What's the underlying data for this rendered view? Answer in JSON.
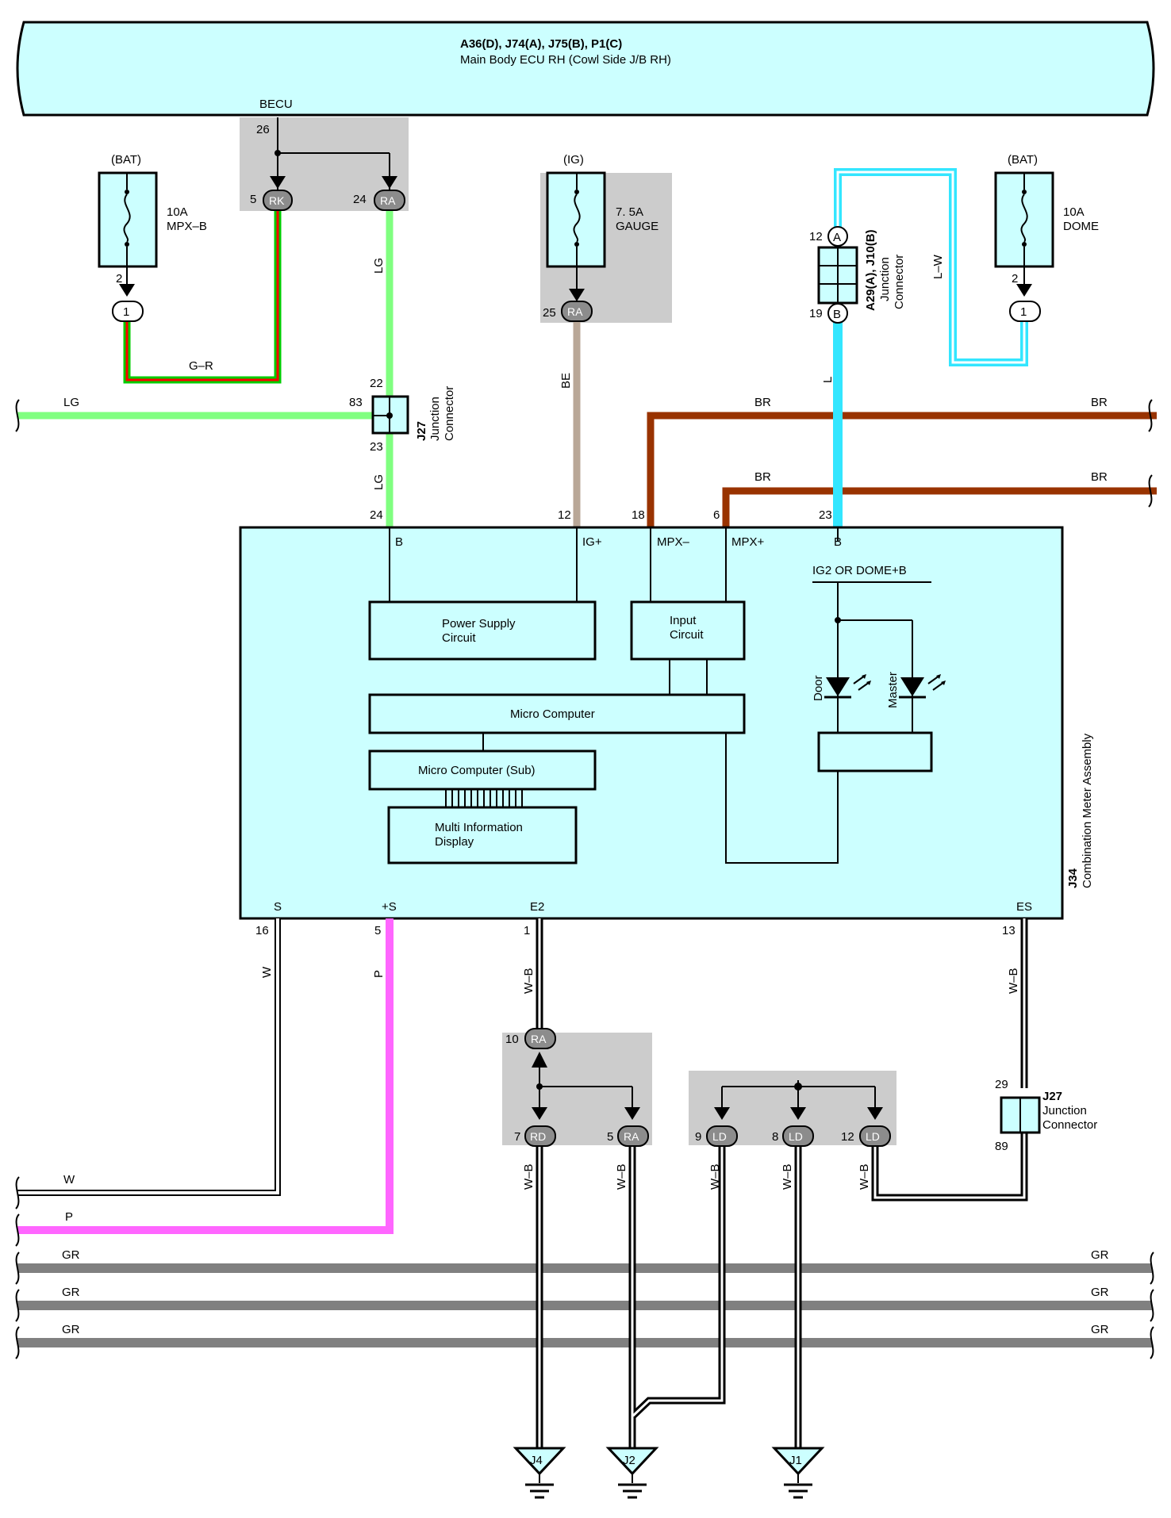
{
  "ecu": {
    "codes": "A36(D), J74(A), J75(B), P1(C)",
    "name": "Main Body ECU RH (Cowl Side J/B RH)",
    "becu": "BECU",
    "pin26": "26"
  },
  "fuse_mpxb": {
    "source": "(BAT)",
    "rating": "10A",
    "name": "MPX–B",
    "pin": "2",
    "conn": "1"
  },
  "fuse_gauge": {
    "source": "(IG)",
    "rating": "7. 5A",
    "name": "GAUGE",
    "pin": "25",
    "conn": "RA"
  },
  "fuse_dome": {
    "source": "(BAT)",
    "rating": "10A",
    "name": "DOME",
    "pin": "2",
    "conn": "1"
  },
  "becu_pins": {
    "p5": "5",
    "c5": "RK",
    "p24": "24",
    "c24": "RA"
  },
  "jc_a29": {
    "name": "A29(A), J10(B)",
    "label1": "Junction",
    "label2": "Connector",
    "pinA": "12",
    "cA": "A",
    "pinB": "19",
    "cB": "B"
  },
  "j27_top": {
    "id": "J27",
    "label1": "Junction",
    "label2": "Connector",
    "p22": "22",
    "p83": "83",
    "p23": "23"
  },
  "j27_bot": {
    "id": "J27",
    "label1": "Junction",
    "label2": "Connector",
    "p29": "29",
    "p89": "89"
  },
  "meter": {
    "id": "J34",
    "name": "Combination Meter Assembly",
    "top_pins": {
      "p24": "24",
      "p12": "12",
      "p18": "18",
      "p6": "6",
      "p23": "23"
    },
    "term": {
      "b": "B",
      "ig": "IG+",
      "mpxm": "MPX–",
      "mpxp": "MPX+",
      "b2": "B",
      "s": "S",
      "ps": "+S",
      "e2": "E2",
      "es": "ES"
    },
    "bot_pins": {
      "p16": "16",
      "p5": "5",
      "p1": "1",
      "p13": "13"
    },
    "power_supply": [
      "Power Supply",
      "Circuit"
    ],
    "input": [
      "Input",
      "Circuit"
    ],
    "micro": "Micro Computer",
    "micro_sub": "Micro Computer (Sub)",
    "mid": [
      "Multi Information",
      "Display"
    ],
    "ig2": "IG2 OR DOME+B",
    "door": "Door",
    "master": "Master"
  },
  "wires": {
    "gr": "G–R",
    "lg": "LG",
    "be": "BE",
    "br": "BR",
    "l": "L",
    "lw": "L–W",
    "w": "W",
    "p": "P",
    "wb": "W–B",
    "grey": "GR"
  },
  "ground_pins": {
    "p10": "10",
    "c10": "RA",
    "p7": "7",
    "c7": "RD",
    "p5": "5",
    "c5": "RA",
    "p9": "9",
    "c9": "LD",
    "p8": "8",
    "c8": "LD",
    "p12": "12",
    "c12": "LD"
  },
  "grounds": {
    "j4": "J4",
    "j2": "J2",
    "j1": "J1"
  },
  "colors": {
    "cyan_box": "#ccffff",
    "lg": "#80ff80",
    "be": "#b9a797",
    "br": "#993300",
    "l": "#33e6ff",
    "p": "#ff66ff",
    "gr": "#808080",
    "shade": "#cccccc"
  }
}
